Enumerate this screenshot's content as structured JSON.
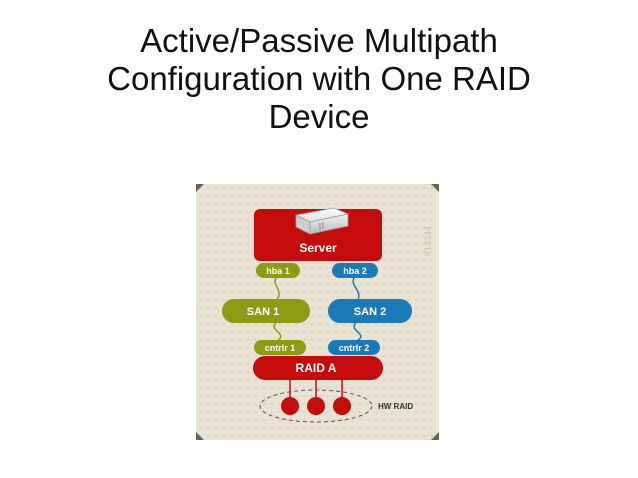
{
  "slide": {
    "title_lines": [
      "Active/Passive Multipath",
      "Configuration with One RAID",
      "Device"
    ]
  },
  "diagram": {
    "server_label": "Server",
    "hba1_label": "hba 1",
    "hba2_label": "hba 2",
    "san1_label": "SAN 1",
    "san2_label": "SAN 2",
    "ctrl1_label": "cntrlr 1",
    "ctrl2_label": "cntrlr 2",
    "raid_label": "RAID A",
    "hw_raid_label": "HW RAID",
    "watermark": "#14344",
    "colors": {
      "background": "#e8e2d3",
      "red": "#c50b0b",
      "green": "#8c9c12",
      "blue": "#1a7ab8"
    }
  }
}
